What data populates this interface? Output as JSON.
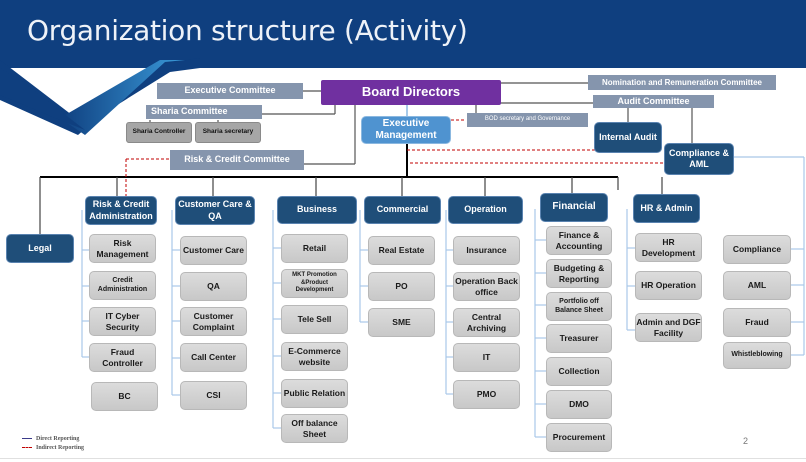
{
  "title": "Organization structure (Activity)",
  "colors": {
    "header": "#0f3f7f",
    "board": "#7030a0",
    "executive_management": "#4f93d0",
    "department": "#1f4e79",
    "committee": "#8595ad",
    "unit": "#d0d0d0",
    "indirect_line": "#c00000",
    "direct_line": "#000000"
  },
  "top": {
    "board": "Board Directors",
    "executive_committee": "Executive Committee",
    "sharia_committee": "Sharia Committee",
    "sharia_controller": "Sharia Controller",
    "sharia_secretary": "Sharia secretary",
    "risk_credit_committee": "Risk & Credit Committee",
    "executive_management": "Executive Management",
    "bod_secretary": "BOD secretary and Governance",
    "nomination_committee": "Nomination and Remuneration Committee",
    "audit_committee": "Audit Committee",
    "internal_audit": "Internal Audit",
    "compliance_aml": "Compliance & AML"
  },
  "legal": "Legal",
  "departments": [
    {
      "name": "Risk & Credit Administration",
      "units": [
        "Risk Management",
        "Credit Administration",
        "IT Cyber Security",
        "Fraud Controller",
        "BC"
      ]
    },
    {
      "name": "Customer Care & QA",
      "units": [
        "Customer Care",
        "QA",
        "Customer Complaint",
        "Call Center",
        "CSI"
      ]
    },
    {
      "name": "Business",
      "units": [
        "Retail",
        "MKT Promotion &Product Development",
        "Tele Sell",
        "E-Commerce website",
        "Public Relation",
        "Off balance Sheet"
      ]
    },
    {
      "name": "Commercial",
      "units": [
        "Real Estate",
        "PO",
        "SME"
      ]
    },
    {
      "name": "Operation",
      "units": [
        "Insurance",
        "Operation Back office",
        "Central Archiving",
        "IT",
        "PMO"
      ]
    },
    {
      "name": "Financial",
      "units": [
        "Finance & Accounting",
        "Budgeting & Reporting",
        "Portfolio off Balance Sheet",
        "Treasurer",
        "Collection",
        "DMO",
        "Procurement"
      ]
    },
    {
      "name": "HR & Admin",
      "units": [
        "HR Development",
        "HR Operation",
        "Admin and DGF Facility"
      ]
    }
  ],
  "compliance_units": [
    "Compliance",
    "AML",
    "Fraud",
    "Whistleblowing"
  ],
  "legend": {
    "direct": "Direct Reporting",
    "indirect": "Indirect Reporting"
  },
  "page_number": "2"
}
